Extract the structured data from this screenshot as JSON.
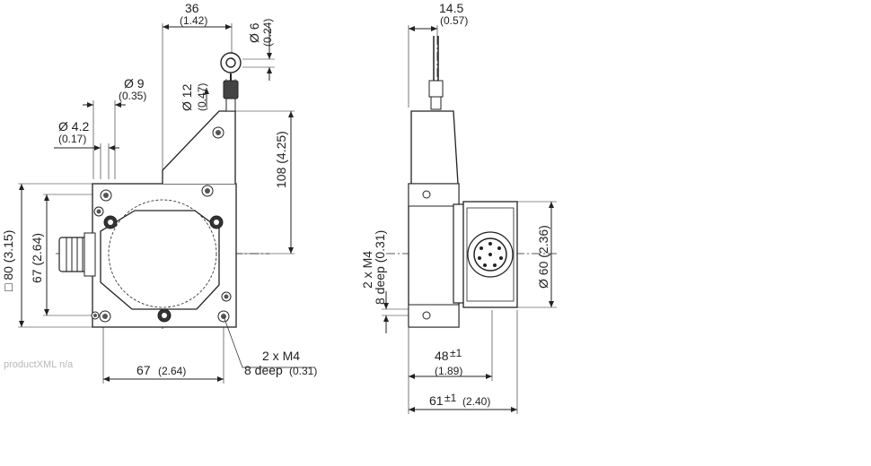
{
  "watermark": "productXML n/a",
  "front_view": {
    "dim_width_top": "36",
    "dim_width_top_in": "(1.42)",
    "dim_ring": "Ø 6",
    "dim_ring_in": "(0.24)",
    "dim_boss": "Ø 12",
    "dim_boss_in": "(0.47)",
    "dim_hole_9": "Ø 9",
    "dim_hole_9_in": "(0.35)",
    "dim_hole_42": "Ø 4.2",
    "dim_hole_42_in": "(0.17)",
    "dim_height_108": "108 (4.25)",
    "dim_square_80": "□ 80 (3.15)",
    "dim_67_vertical": "67 (2.64)",
    "dim_67_horizontal": "67",
    "dim_67_horizontal_in": "(2.64)",
    "thread_label": "2 x M4",
    "thread_depth": "8 deep",
    "thread_depth_in": "(0.31)"
  },
  "side_view": {
    "dim_top": "14.5",
    "dim_top_in": "(0.57)",
    "thread_label": "2 x M4",
    "thread_depth": "8 deep (0.31)",
    "dim_diameter_60": "Ø 60 (2.36)",
    "dim_48": "48",
    "dim_48_tol": "±1",
    "dim_48_in": "(1.89)",
    "dim_61": "61",
    "dim_61_tol": "±1",
    "dim_61_in": "(2.40)"
  }
}
